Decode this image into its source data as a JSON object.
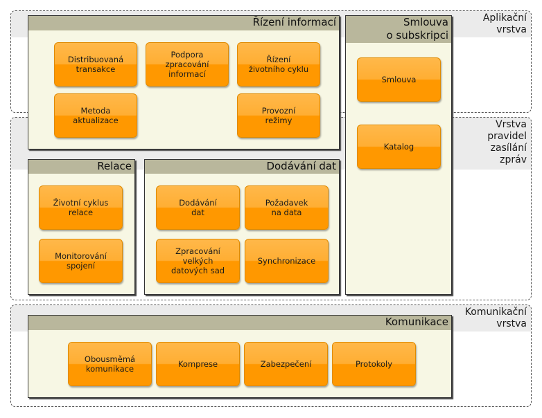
{
  "layers": {
    "application": "Aplikační\nvrstva",
    "messaging": "Vrstva\npravidel\nzasílání\nzpráv",
    "communication": "Komunikační\nvrstva"
  },
  "boxes": {
    "info_management": {
      "title": "Řízení informací",
      "items": {
        "distributed_transactions": "Distribuovaná\ntransakce",
        "info_processing_support": "Podpora\nzpracování\ninformací",
        "lifecycle_management": "Řízení\nživotního cyklu",
        "update_method": "Metoda\naktualizace",
        "operation_modes": "Provozní\nrežimy"
      }
    },
    "subscription": {
      "title": "Smlouva\no subskripci",
      "items": {
        "contract": "Smlouva",
        "catalog": "Katalog"
      }
    },
    "session": {
      "title": "Relace",
      "items": {
        "session_lifecycle": "Životní cyklus\nrelace",
        "connection_monitoring": "Monitorování\nspojení"
      }
    },
    "data_delivery": {
      "title": "Dodávání dat",
      "items": {
        "data_delivery": "Dodávání\ndat",
        "data_request": "Požadavek\nna data",
        "big_data_processing": "Zpracování\nvelkých\ndatových sad",
        "synchronization": "Synchronizace"
      }
    },
    "communication": {
      "title": "Komunikace",
      "items": {
        "bidirectional": "Obousměmá\nkomunikace",
        "compression": "Komprese",
        "security": "Zabezpečení",
        "protocols": "Protokoly"
      }
    }
  }
}
